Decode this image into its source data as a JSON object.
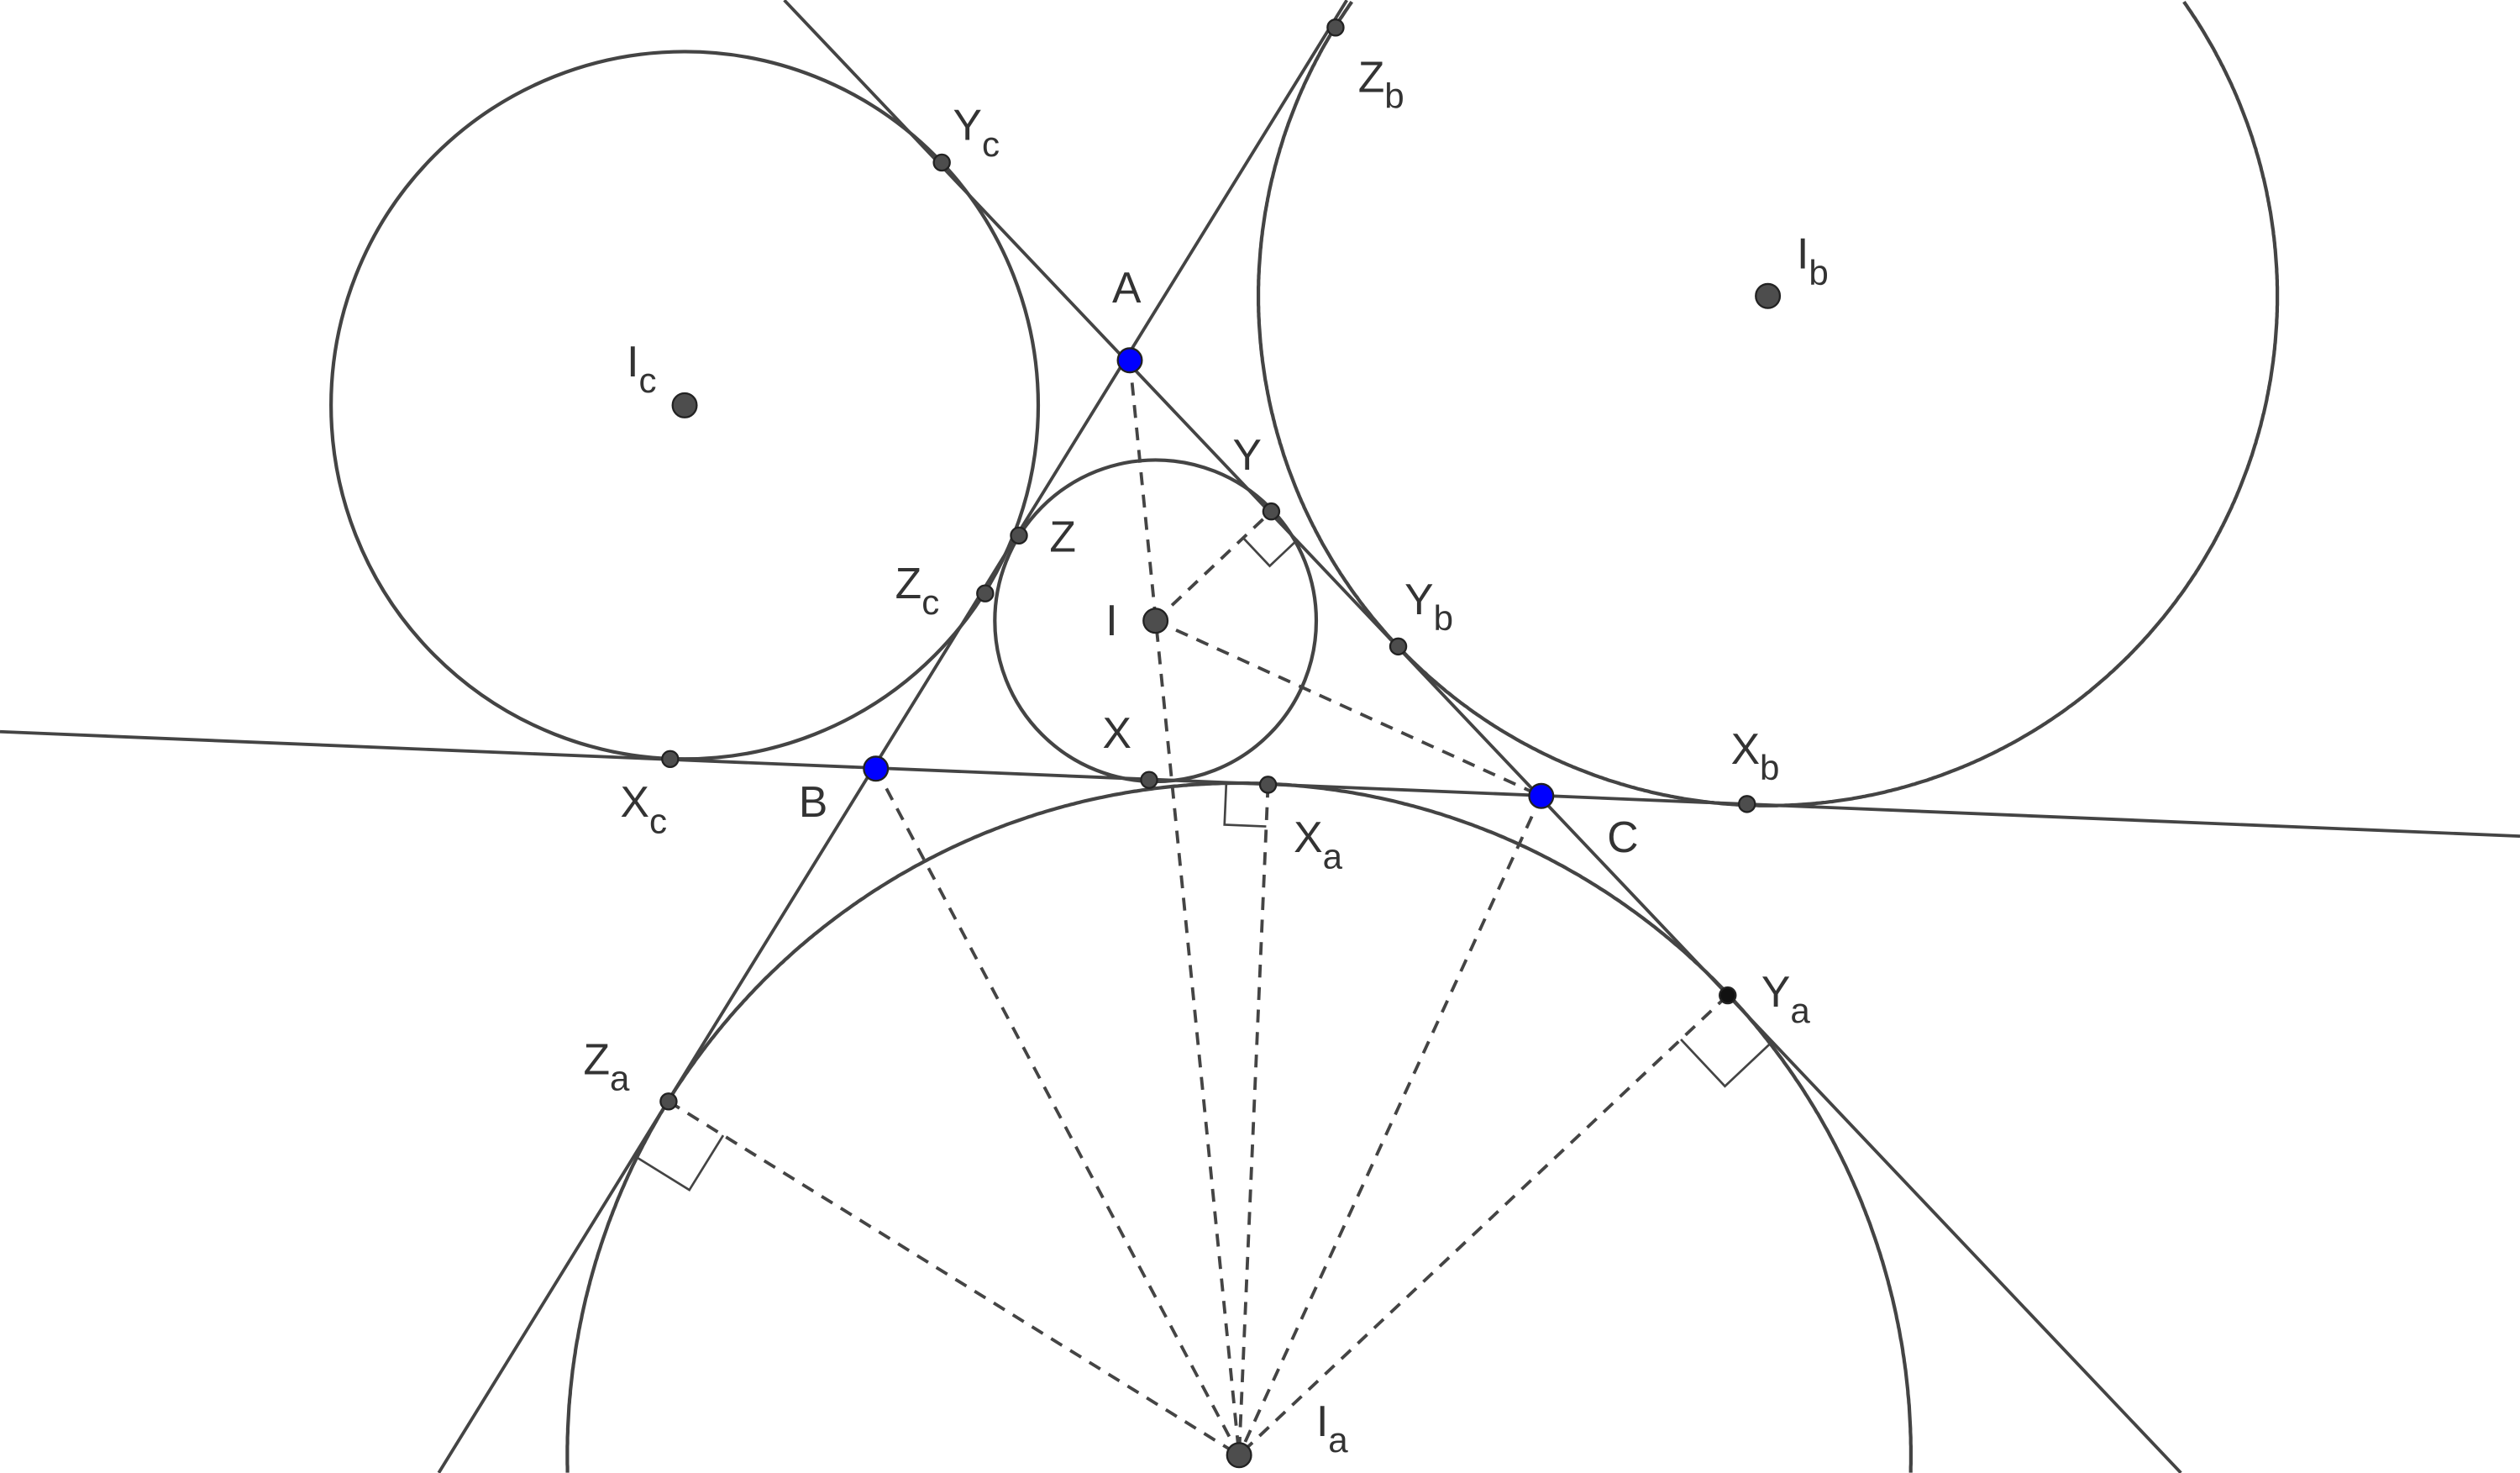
{
  "diagram": {
    "title": "Incircle and excircles of triangle ABC",
    "colors": {
      "line": "#444444",
      "vertex": "#0000ff",
      "point": "#4d4d4d",
      "label_vertex": "#0000ff",
      "label_point": "#333333"
    },
    "labels": {
      "A": {
        "main": "A",
        "sub": ""
      },
      "B": {
        "main": "B",
        "sub": ""
      },
      "C": {
        "main": "C",
        "sub": ""
      },
      "I": {
        "main": "I",
        "sub": ""
      },
      "Ia": {
        "main": "I",
        "sub": "a"
      },
      "Ib": {
        "main": "I",
        "sub": "b"
      },
      "Ic": {
        "main": "I",
        "sub": "c"
      },
      "X": {
        "main": "X",
        "sub": ""
      },
      "Y": {
        "main": "Y",
        "sub": ""
      },
      "Z": {
        "main": "Z",
        "sub": ""
      },
      "Xa": {
        "main": "X",
        "sub": "a"
      },
      "Ya": {
        "main": "Y",
        "sub": "a"
      },
      "Za": {
        "main": "Z",
        "sub": "a"
      },
      "Xb": {
        "main": "X",
        "sub": "b"
      },
      "Yb": {
        "main": "Y",
        "sub": "b"
      },
      "Zb": {
        "main": "Z",
        "sub": "b"
      },
      "Xc": {
        "main": "X",
        "sub": "c"
      },
      "Yc": {
        "main": "Y",
        "sub": "c"
      },
      "Zc": {
        "main": "Z",
        "sub": "c"
      }
    }
  }
}
